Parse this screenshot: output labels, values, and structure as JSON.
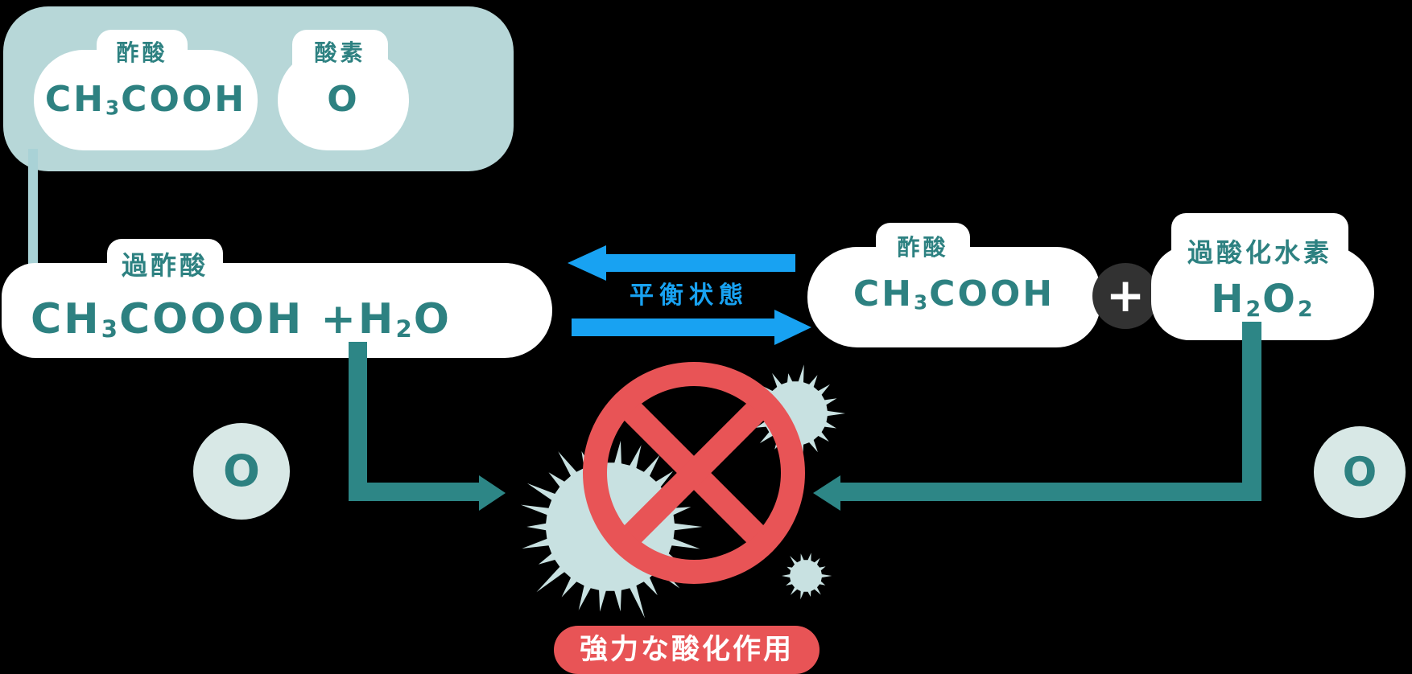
{
  "colors": {
    "background": "#000000",
    "panel_teal": "#b7d7d8",
    "cloud_white": "#ffffff",
    "text_teal": "#2d8181",
    "arrow_blue": "#18a2f2",
    "arrow_teal": "#2d8686",
    "germ_teal": "#c8e1e1",
    "prohibition_red": "#e85456",
    "plus_dark": "#323232",
    "connector_teal": "#a9d2d6",
    "oxygen_circle_teal": "#d8e8e6"
  },
  "source_panel": {
    "acetic_cloud": {
      "label": "酢酸",
      "formula": [
        {
          "t": "CH"
        },
        {
          "t": "3",
          "sub": true
        },
        {
          "t": "COOH"
        }
      ]
    },
    "oxygen_cloud": {
      "label": "酸素",
      "formula": [
        {
          "t": "O"
        }
      ]
    }
  },
  "peracetic_cloud": {
    "label": "過酢酸",
    "formula": [
      {
        "t": "CH"
      },
      {
        "t": "3",
        "sub": true
      },
      {
        "t": "COOOH +H"
      },
      {
        "t": "2",
        "sub": true
      },
      {
        "t": "O"
      }
    ]
  },
  "equilibrium": {
    "label": "平衡状態"
  },
  "acetic_cloud_right": {
    "label": "酢酸",
    "formula": [
      {
        "t": "CH"
      },
      {
        "t": "3",
        "sub": true
      },
      {
        "t": "COOH"
      }
    ]
  },
  "plus_sign": "+",
  "hydrogen_peroxide_cloud": {
    "label": "過酸化水素",
    "formula": [
      {
        "t": "H"
      },
      {
        "t": "2",
        "sub": true
      },
      {
        "t": "O"
      },
      {
        "t": "2",
        "sub": true
      }
    ]
  },
  "free_oxygen": {
    "left": "O",
    "right": "O"
  },
  "oxidation_caption": "強力な酸化作用"
}
